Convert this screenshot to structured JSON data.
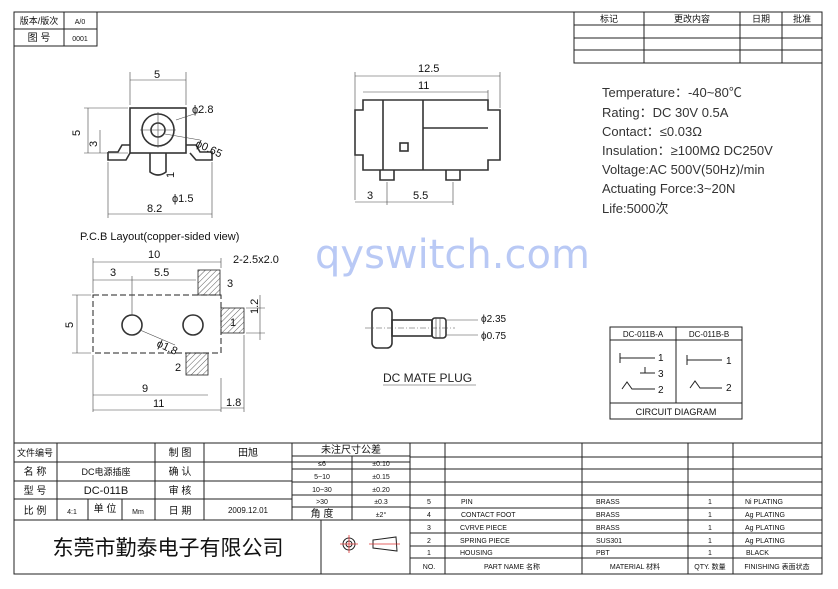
{
  "header_left": {
    "version_label": "版本/版次",
    "version_value": "A/0",
    "drawing_no_label": "图 号",
    "drawing_no_value": "0001"
  },
  "revision_table": {
    "headers": [
      "标记",
      "更改内容",
      "日期",
      "批准"
    ]
  },
  "specs": [
    "Temperature：-40~80℃",
    "Rating：DC 30V 0.5A",
    "Contact：≤0.03Ω",
    "Insulation：≥100MΩ DC250V",
    "Voltage:AC 500V(50Hz)/min",
    "Actuating Force:3~20N",
    "Life:5000次"
  ],
  "front_view": {
    "dims": {
      "width": "5",
      "height": "5",
      "h3": "3",
      "d28": "ϕ2.8",
      "d065": "ϕ0.65",
      "d1": "1",
      "d15": "ϕ1.5",
      "w82": "8.2"
    }
  },
  "side_view": {
    "dims": {
      "total": "12.5",
      "body": "11",
      "a": "3",
      "b": "5.5"
    }
  },
  "pcb": {
    "title": "P.C.B Layout(copper-sided view)",
    "dims": {
      "w10": "10",
      "w3": "3",
      "w55": "5.5",
      "pad": "2-2.5x2.0",
      "p3": "3",
      "h5": "5",
      "h12": "1.2",
      "p1": "1",
      "d18": "ϕ1.8",
      "p2": "2",
      "w9": "9",
      "w11": "11",
      "w18": "1.8"
    }
  },
  "plug": {
    "title": "DC MATE PLUG",
    "d235": "ϕ2.35",
    "d075": "ϕ0.75"
  },
  "circuit": {
    "col_a": "DC-011B-A",
    "col_b": "DC-011B-B",
    "pins_a": [
      "1",
      "3",
      "2"
    ],
    "pins_b": [
      "1",
      "2"
    ],
    "title": "CIRCUIT DIAGRAM"
  },
  "watermark": "qyswitch.com",
  "title_block": {
    "file_no_label": "文件编号",
    "name_label": "名 称",
    "name_value": "DC电源插座",
    "model_label": "型 号",
    "model_value": "DC-011B",
    "scale_label": "比 例",
    "scale_value": "4:1",
    "unit_label": "单 位",
    "unit_value": "Mm",
    "drawn_label": "制 图",
    "drawn_value": "田旭",
    "confirm_label": "确 认",
    "review_label": "审 核",
    "date_label": "日 期",
    "date_value": "2009.12.01",
    "company": "东莞市勤泰电子有限公司"
  },
  "tolerance": {
    "title": "未注尺寸公差",
    "rows": [
      [
        "≤6",
        "±0.10"
      ],
      [
        "5~10",
        "±0.15"
      ],
      [
        "10~30",
        "±0.20"
      ],
      [
        ">30",
        "±0.3"
      ]
    ],
    "angle_label": "角 度",
    "angle_value": "±2°"
  },
  "parts": {
    "rows": [
      [
        "5",
        "PIN",
        "BRASS",
        "1",
        "Ni PLATING"
      ],
      [
        "4",
        "CONTACT  FOOT",
        "BRASS",
        "1",
        "Ag PLATING"
      ],
      [
        "3",
        "CVRVE  PIECE",
        "BRASS",
        "1",
        "Ag PLATING"
      ],
      [
        "2",
        "SPRING  PIECE",
        "SUS301",
        "1",
        "Ag PLATING"
      ],
      [
        "1",
        "HOUSING",
        "PBT",
        "1",
        "BLACK"
      ]
    ],
    "headers": [
      "NO.",
      "PART NAME 名称",
      "MATERIAL 材料",
      "QTY. 数量",
      "FINISHING 表面状态"
    ]
  }
}
